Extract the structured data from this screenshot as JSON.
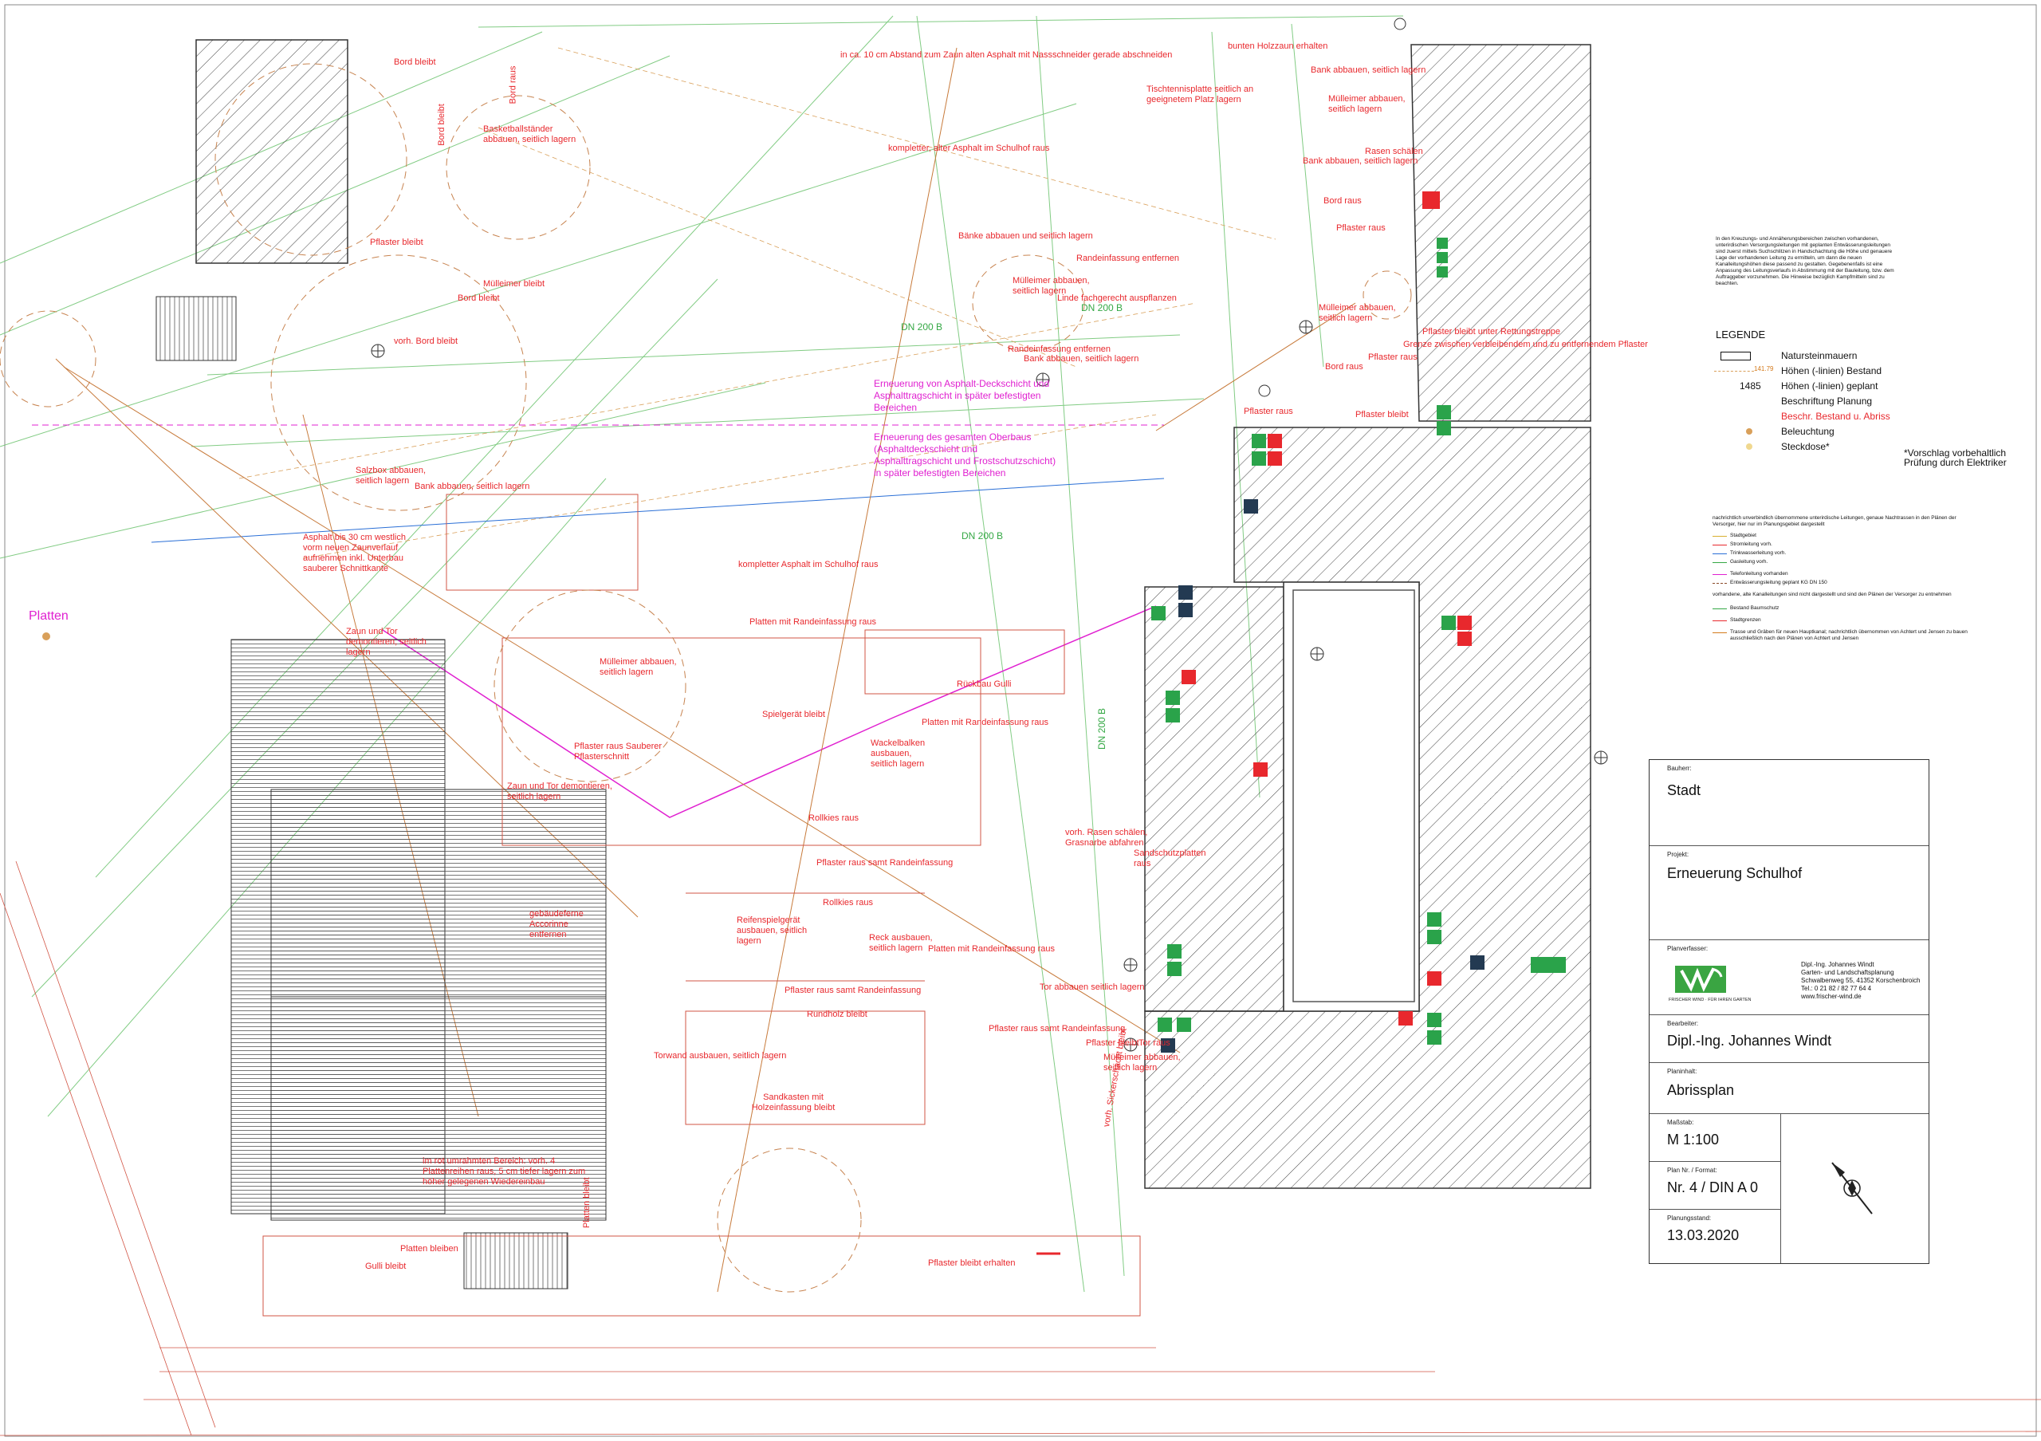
{
  "drawing": {
    "annotations": [
      {
        "text": "in ca. 10 cm Abstand zum Zaun alten Asphalt mit Nassschneider gerade abschneiden",
        "style": "red"
      },
      {
        "text": "bunten Holzzaun erhalten",
        "style": "red"
      },
      {
        "text": "Bord bleibt",
        "style": "red"
      },
      {
        "text": "Bank abbauen, seitlich lagern",
        "style": "red"
      },
      {
        "text": "Tischtennisplatte seitlich an geeignetem Platz lagern",
        "style": "red"
      },
      {
        "text": "Mülleimer abbauen, seitlich lagern",
        "style": "red"
      },
      {
        "text": "Basketballständer abbauen, seitlich lagern",
        "style": "red"
      },
      {
        "text": "Bord raus",
        "style": "red"
      },
      {
        "text": "Bord bleibt",
        "style": "red"
      },
      {
        "text": "kompletter, alter Asphalt im Schulhof raus",
        "style": "red"
      },
      {
        "text": "Rasen schälen",
        "style": "red"
      },
      {
        "text": "Bank abbauen, seitlich lagern",
        "style": "red"
      },
      {
        "text": "Bord raus",
        "style": "red"
      },
      {
        "text": "Pflaster raus",
        "style": "red"
      },
      {
        "text": "Pflaster bleibt",
        "style": "red"
      },
      {
        "text": "Bänke abbauen und seitlich lagern",
        "style": "red"
      },
      {
        "text": "Randeinfassung entfernen",
        "style": "red"
      },
      {
        "text": "Mülleimer bleibt",
        "style": "red"
      },
      {
        "text": "Mülleimer abbauen, seitlich lagern",
        "style": "red"
      },
      {
        "text": "Linde fachgerecht auspflanzen",
        "style": "red"
      },
      {
        "text": "Bord bleibt",
        "style": "red"
      },
      {
        "text": "Mülleimer abbauen, seitlich lagern",
        "style": "red"
      },
      {
        "text": "Pflaster bleibt unter Rettungstreppe",
        "style": "red"
      },
      {
        "text": "Grenze zwischen verbleibendem und zu entfernendem Pflaster",
        "style": "red"
      },
      {
        "text": "Pflaster raus",
        "style": "red"
      },
      {
        "text": "vorh. Bord bleibt",
        "style": "red"
      },
      {
        "text": "Randeinfassung entfernen",
        "style": "red"
      },
      {
        "text": "Bank abbauen, seitlich lagern",
        "style": "red"
      },
      {
        "text": "Bord raus",
        "style": "red"
      },
      {
        "text": "Erneuerung von Asphalt-Deckschicht und Asphalttragschicht in später befestigten Bereichen",
        "style": "magenta"
      },
      {
        "text": "Erneuerung des gesamten Oberbaus (Asphaltdeckschicht und Asphalttragschicht und Frostschutzschicht) in später befestigten Bereichen",
        "style": "magenta"
      },
      {
        "text": "Pflaster raus",
        "style": "red"
      },
      {
        "text": "Pflaster bleibt",
        "style": "red"
      },
      {
        "text": "Salzbox abbauen, seitlich lagern",
        "style": "red"
      },
      {
        "text": "Bank abbauen, seitlich lagern",
        "style": "red"
      },
      {
        "text": "Asphalt bis 30 cm westlich vorm neuen Zaunverlauf aufnehmen inkl. Unterbau sauberer Schnittkante",
        "style": "red"
      },
      {
        "text": "kompletter Asphalt im Schulhof raus",
        "style": "red"
      },
      {
        "text": "Zaun und Tor demontieren, seitlich lagern",
        "style": "red"
      },
      {
        "text": "Platten mit Randeinfassung raus",
        "style": "red"
      },
      {
        "text": "Mülleimer abbauen, seitlich lagern",
        "style": "red"
      },
      {
        "text": "Rückbau Gulli",
        "style": "red"
      },
      {
        "text": "Spielgerät bleibt",
        "style": "red"
      },
      {
        "text": "Platten mit Randeinfassung raus",
        "style": "red"
      },
      {
        "text": "Wackelbalken ausbauen, seitlich lagern",
        "style": "red"
      },
      {
        "text": "Pflaster raus Sauberer Pflasterschnitt",
        "style": "red"
      },
      {
        "text": "Zaun und Tor demontieren, seitlich lagern",
        "style": "red"
      },
      {
        "text": "Rollkies raus",
        "style": "red"
      },
      {
        "text": "vorh. Rasen schälen, Grasnarbe abfahren",
        "style": "red"
      },
      {
        "text": "Sandschutzplatten raus",
        "style": "red"
      },
      {
        "text": "Pflaster raus samt Randeinfassung",
        "style": "red"
      },
      {
        "text": "Rollkies raus",
        "style": "red"
      },
      {
        "text": "gebäudeferne Accorinne entfernen",
        "style": "red"
      },
      {
        "text": "Reifenspielgerät ausbauen, seitlich lagern",
        "style": "red"
      },
      {
        "text": "Reck ausbauen, seitlich lagern",
        "style": "red"
      },
      {
        "text": "Platten mit Randeinfassung raus",
        "style": "red"
      },
      {
        "text": "Pflaster raus samt Randeinfassung",
        "style": "red"
      },
      {
        "text": "Tor abbauen seitlich lagern",
        "style": "red"
      },
      {
        "text": "Rundholz bleibt",
        "style": "red"
      },
      {
        "text": "Pflaster raus samt Randeinfassung",
        "style": "red"
      },
      {
        "text": "Pflaster bleibt",
        "style": "red"
      },
      {
        "text": "Tor raus",
        "style": "red"
      },
      {
        "text": "Torwand ausbauen, seitlich lagern",
        "style": "red"
      },
      {
        "text": "Mülleimer abbauen, seitlich lagern",
        "style": "red"
      },
      {
        "text": "Sandkasten mit Holzeinfassung bleibt",
        "style": "red"
      },
      {
        "text": "vorh. Sickerschacht bleibt",
        "style": "red"
      },
      {
        "text": "im rot umrahmten Bereich: vorh. 4 Plattenreihen raus, 5 cm tiefer lagern zum höher gelegenen Wiedereinbau",
        "style": "red"
      },
      {
        "text": "Platten bleiben",
        "style": "red"
      },
      {
        "text": "Platten bleibt",
        "style": "red"
      },
      {
        "text": "Gulli bleibt",
        "style": "red"
      },
      {
        "text": "Pflaster bleibt erhalten",
        "style": "red"
      },
      {
        "text": "Platten",
        "style": "plat"
      },
      {
        "text": "DN 200 B",
        "style": "green"
      },
      {
        "text": "DN 200 B",
        "style": "green"
      },
      {
        "text": "DN 200 B",
        "style": "green"
      },
      {
        "text": "DN 200 B",
        "style": "green"
      }
    ]
  },
  "notes": "In den Kreuzungs- und Annäherungsbereichen zwischen vorhandenen, unterirdischen Versorgungsleitungen mit geplanten Entwässerungsleitungen sind zuerst mittels Suchschlitzen in Handschachtung die Höhe und genauere Lage der vorhandenen Leitung zu ermitteln, um dann die neuen Kanalleitungshöhen diese passend zu gestalten. Gegebenenfalls ist eine Anpassung des Leitungsverlaufs in Abstimmung mit der Bauleitung, bzw. dem Auftraggeber vorzunehmen. Die Hinweise bezüglich Kampfmitteln sind zu beachten.",
  "legend": {
    "title": "LEGENDE",
    "items": [
      {
        "symbol": "box",
        "label": "Natursteinmauern"
      },
      {
        "symbol": "141.79",
        "label": "Höhen (-linien) Bestand"
      },
      {
        "symbol": "1485",
        "label": "Höhen (-linien) geplant"
      },
      {
        "symbol": "blank",
        "label": "Beschriftung Planung"
      },
      {
        "symbol": "blank-red",
        "label": "Beschr. Bestand u. Abriss"
      },
      {
        "symbol": "dot-orange",
        "label": "Beleuchtung"
      },
      {
        "symbol": "dot-yellow",
        "label": "Steckdose*"
      }
    ],
    "footnote": "*Vorschlag vorbehaltlich Prüfung durch Elektriker",
    "color_red": "#e8282d",
    "color_magenta": "#e020d0",
    "color_green": "#35a845",
    "color_orange": "#d47a1c"
  },
  "services": {
    "intro": "nachrichtlich unverbindlich übernommene unterirdische Leitungen, genaue Nachtrassen in den Plänen der Versorger, hier nur im Planungsgebiet dargestellt",
    "items": [
      {
        "label": "Stadtgebiet",
        "color": "#d8b030"
      },
      {
        "label": "Stromleitung vorh.",
        "color": "#e8282d"
      },
      {
        "label": "Trinkwasserleitung vorh.",
        "color": "#2a6fd6"
      },
      {
        "label": "Gasleitung vorh.",
        "color": "#35a845"
      },
      {
        "label": "Telefonleitung vorhanden",
        "color": "#e020d0"
      },
      {
        "label": "Entwässerungsleitung geplant KG DN 150",
        "color": "#8a4a2a"
      },
      {
        "label": "vorhandene, alte Kanalleitungen sind nicht dargestellt und sind den Plänen der Versorger zu entnehmen",
        "color": "#aaaaaa"
      },
      {
        "label": "Bestand Baumschutz",
        "color": "#35a845"
      },
      {
        "label": "Stadtgrenzen",
        "color": "#e8282d"
      },
      {
        "label": "Trasse und Gräben für neuen Hauptkanal; nachrichtlich übernommen von Achtert und Jensen zu bauen ausschließlich nach den Plänen von Achtert und Jensen",
        "color": "#d47a1c"
      }
    ]
  },
  "titleblock": {
    "bauherr_label": "Bauherr:",
    "bauherr": "Stadt",
    "projekt_label": "Projekt:",
    "projekt": "Erneuerung Schulhof",
    "planverfasser_label": "Planverfasser:",
    "logo_caption": "FRISCHER WIND · FÜR IHREN GARTEN",
    "office": "Dipl.-Ing. Johannes Windt\nGarten- und Landschaftsplanung\nSchwalbenweg 55, 41352 Korschenbroich\nTel.: 0 21 82 / 82 77 64 4\nwww.frischer-wind.de",
    "bearbeiter_label": "Bearbeiter:",
    "bearbeiter": "Dipl.-Ing. Johannes Windt",
    "planinhalt_label": "Planinhalt:",
    "planinhalt": "Abrissplan",
    "massstab_label": "Maßstab:",
    "massstab": "M 1:100",
    "plannr_label": "Plan Nr. / Format:",
    "plannr": "Nr. 4 / DIN A 0",
    "stand_label": "Planungsstand:",
    "stand": "13.03.2020"
  }
}
